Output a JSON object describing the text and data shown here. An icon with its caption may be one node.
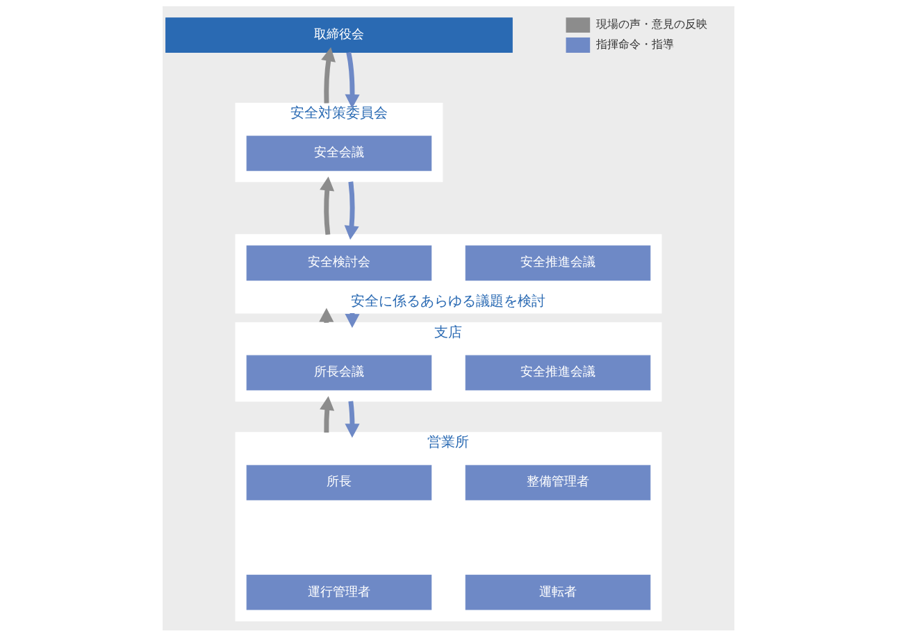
{
  "diagram": {
    "nodes": [
      {
        "text": [
          "取締役会"
        ]
      },
      {
        "text": [
          "安全対策委員会"
        ]
      },
      {
        "text": [
          "安全会議"
        ],
        "in": 1
      },
      {
        "text": [
          "安全に係るあらゆる議題を検討"
        ]
      },
      {
        "text": [
          "安全検討会"
        ],
        "in": 3
      },
      {
        "text": [
          "安全推進会議"
        ],
        "in": 3
      },
      {
        "text": [
          "支店"
        ]
      },
      {
        "text": [
          "所長会議"
        ],
        "in": 6
      },
      {
        "text": [
          "安全推進会議"
        ],
        "in": 6
      },
      {
        "text": [
          "営業所"
        ]
      },
      {
        "text": [
          "所長"
        ],
        "in": 9
      },
      {
        "text": [
          "運行管理者"
        ],
        "in": 9
      },
      {
        "text": [
          "整備管理者"
        ],
        "in": 9
      },
      {
        "text": [
          "運転者"
        ],
        "in": 9
      }
    ],
    "edges": [
      {
        "from": 0,
        "to": 1,
        "arrow": "to",
        "color": "#6e89c6"
      },
      {
        "from": 1,
        "to": 0,
        "arrow": "to",
        "color": "#8c8c8c"
      },
      {
        "from": 1,
        "to": 3,
        "arrow": "to",
        "color": "#6e89c6"
      },
      {
        "from": 3,
        "to": 1,
        "arrow": "to",
        "color": "#8c8c8c"
      },
      {
        "from": 3,
        "to": 6,
        "arrow": "to",
        "color": "#6e89c6"
      },
      {
        "from": 6,
        "to": 3,
        "arrow": "to",
        "color": "#8c8c8c"
      },
      {
        "from": 6,
        "to": 9,
        "arrow": "to",
        "color": "#6e89c6"
      },
      {
        "from": 9,
        "to": 6,
        "arrow": "to",
        "color": "#8c8c8c"
      }
    ],
    "legend": [
      {
        "text": "現場の声・意見の反映",
        "color": "#8c8c8c"
      },
      {
        "text": "指揮命令・指導",
        "color": "#6e89c6"
      }
    ]
  }
}
